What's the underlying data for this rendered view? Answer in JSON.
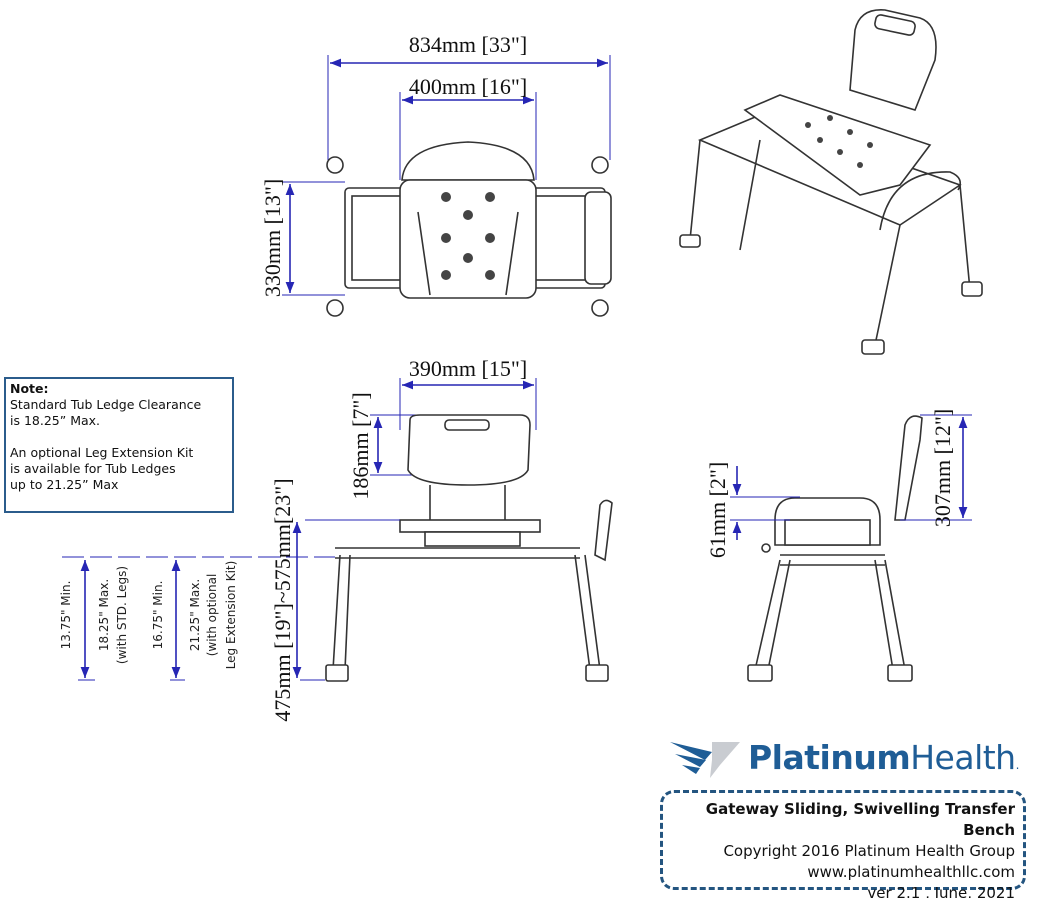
{
  "dimensions": {
    "top_overall_width": "834mm [33\"]",
    "top_seat_width": "400mm [16\"]",
    "top_depth": "330mm [13\"]",
    "side_back_width": "390mm [15\"]",
    "side_back_height": "186mm [7\"]",
    "side_seat_height": "475mm [19\"]~575mm[23\"]",
    "right_armrest_height": "61mm [2\"]",
    "right_back_height": "307mm [12\"]"
  },
  "height_labels": {
    "std_min": "13.75\" Min.",
    "std_max": "18.25\" Max.",
    "std_note": "(with STD. Legs)",
    "ext_min": "16.75\" Min.",
    "ext_max": "21.25\" Max.",
    "ext_note1": "(with optional",
    "ext_note2": "Leg Extension Kit)"
  },
  "note": {
    "title": "Note:",
    "line1": "Standard Tub Ledge Clearance",
    "line2": "is 18.25” Max.",
    "line3": "An optional Leg Extension Kit",
    "line4": "is available for Tub Ledges",
    "line5": "up to 21.25” Max"
  },
  "brand": {
    "bold": "Platinum",
    "regular": "Health",
    "mark": "."
  },
  "info": {
    "product": "Gateway Sliding, Swivelling Transfer Bench",
    "copyright": "Copyright 2016 Platinum Health Group",
    "website": "www.platinumhealthllc.com",
    "version": "ver 2.1 , June, 2021"
  },
  "colors": {
    "dimension": "#2626b4",
    "brand": "#1f5d96",
    "border": "#2b5c8c"
  }
}
